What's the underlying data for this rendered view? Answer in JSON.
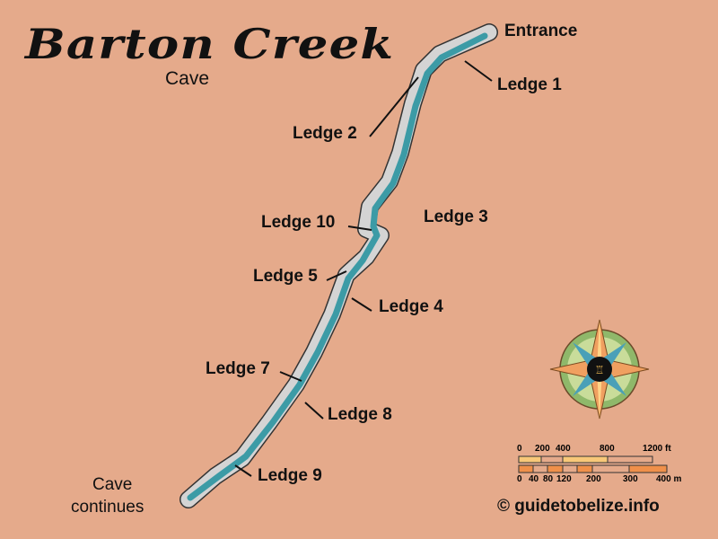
{
  "title": "Barton Creek",
  "subtitle": "Cave",
  "labels": {
    "entrance": "Entrance",
    "ledge1": "Ledge 1",
    "ledge2": "Ledge 2",
    "ledge3": "Ledge 3",
    "ledge4": "Ledge 4",
    "ledge5": "Ledge 5",
    "ledge7": "Ledge 7",
    "ledge8": "Ledge 8",
    "ledge9": "Ledge 9",
    "ledge10": "Ledge 10",
    "cave_continues_1": "Cave",
    "cave_continues_2": "continues"
  },
  "scale": {
    "ft_ticks": [
      "0",
      "200",
      "400",
      "800",
      "1200 ft"
    ],
    "m_ticks": [
      "0",
      "40",
      "80",
      "120",
      "200",
      "300",
      "400 m"
    ]
  },
  "copyright": "© guidetobelize.info",
  "colors": {
    "background": "#e5aa8b",
    "cave": "#d4d4d4",
    "water": "#3c9ba6"
  }
}
